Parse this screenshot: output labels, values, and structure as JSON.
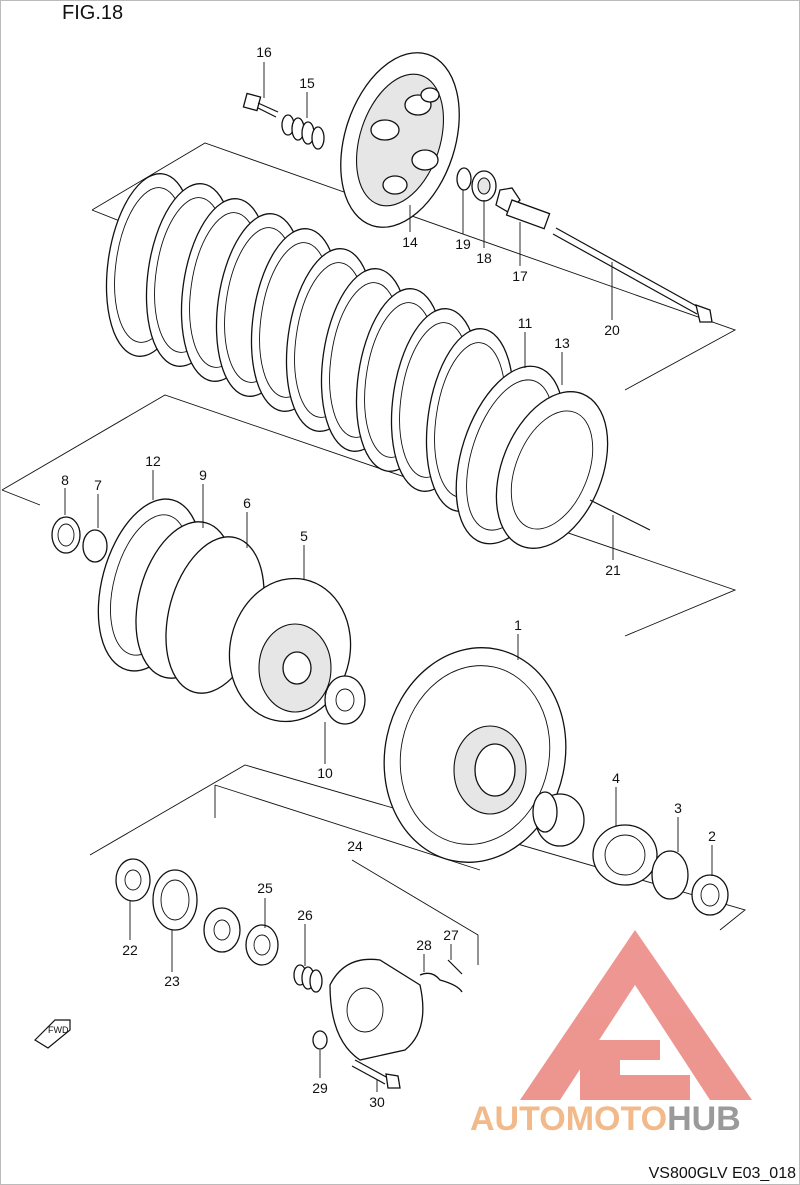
{
  "figure": {
    "title": "FIG.18",
    "code": "VS800GLV E03_018"
  },
  "watermark": {
    "brand_part1": "AUTOMOTO",
    "brand_part2": "HUB",
    "color_primary": "#e8736c",
    "color_secondary": "#9a9a9a"
  },
  "parts": {
    "p1": "1",
    "p2": "2",
    "p3": "3",
    "p4": "4",
    "p5": "5",
    "p6": "6",
    "p7": "7",
    "p8": "8",
    "p9": "9",
    "p10": "10",
    "p11": "11",
    "p12": "12",
    "p13": "13",
    "p14": "14",
    "p15": "15",
    "p16": "16",
    "p17": "17",
    "p18": "18",
    "p19": "19",
    "p20": "20",
    "p21": "21",
    "p22": "22",
    "p23": "23",
    "p24": "24",
    "p25": "25",
    "p26": "26",
    "p27": "27",
    "p28": "28",
    "p29": "29",
    "p30": "30"
  },
  "fwd_label": "FWD"
}
